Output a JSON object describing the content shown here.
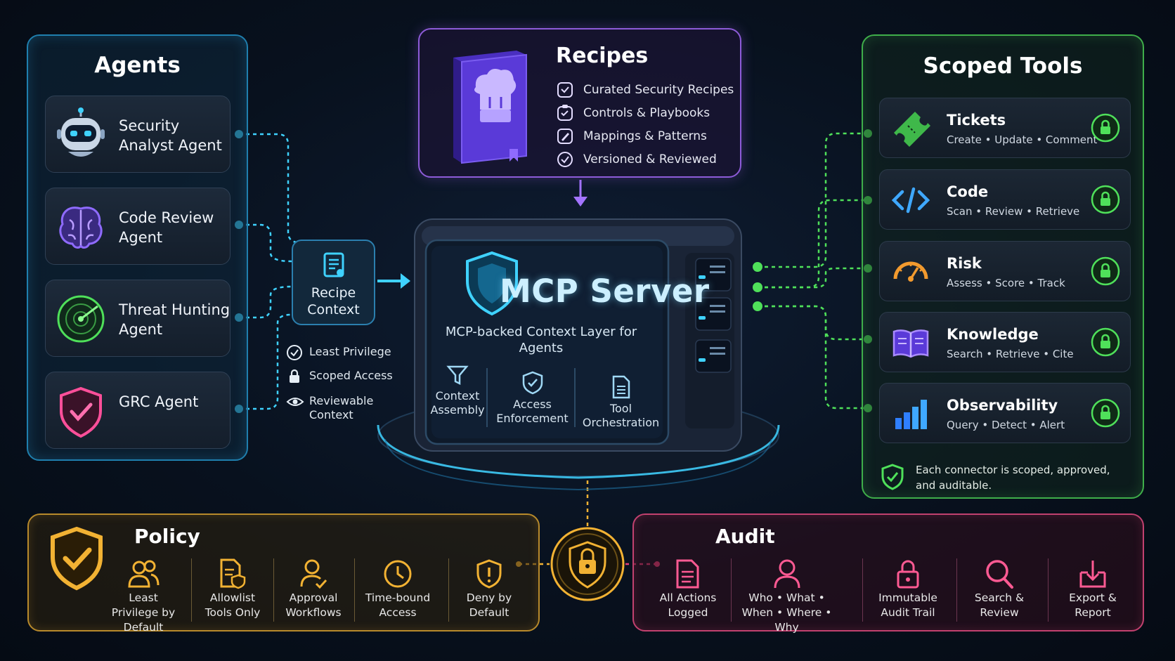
{
  "agents": {
    "title": "Agents",
    "items": [
      {
        "label": "Security Analyst Agent",
        "icon": "robot-icon"
      },
      {
        "label": "Code Review Agent",
        "icon": "brain-icon"
      },
      {
        "label": "Threat Hunting Agent",
        "icon": "radar-icon"
      },
      {
        "label": "GRC Agent",
        "icon": "shield-check-icon"
      }
    ]
  },
  "recipe_context": {
    "label": "Recipe Context",
    "features": [
      {
        "label": "Least Privilege",
        "icon": "check-circle-icon"
      },
      {
        "label": "Scoped Access",
        "icon": "lock-icon"
      },
      {
        "label": "Reviewable Context",
        "icon": "eye-icon"
      }
    ]
  },
  "recipes": {
    "title": "Recipes",
    "items": [
      {
        "label": "Curated Security Recipes",
        "icon": "recipe-icon"
      },
      {
        "label": "Controls & Playbooks",
        "icon": "checklist-icon"
      },
      {
        "label": "Mappings & Patterns",
        "icon": "pen-icon"
      },
      {
        "label": "Versioned & Reviewed",
        "icon": "check-circle-icon"
      }
    ]
  },
  "server": {
    "title": "MCP Server",
    "subtitle": "MCP-backed Context Layer for Agents",
    "columns": [
      {
        "label": "Context Assembly",
        "icon": "funnel-icon"
      },
      {
        "label": "Access Enforcement",
        "icon": "shield-check-icon"
      },
      {
        "label": "Tool Orchestration",
        "icon": "document-icon"
      }
    ]
  },
  "tools": {
    "title": "Scoped Tools",
    "items": [
      {
        "name": "Tickets",
        "desc": "Create • Update • Comment",
        "icon": "ticket-icon"
      },
      {
        "name": "Code",
        "desc": "Scan • Review • Retrieve",
        "icon": "code-icon"
      },
      {
        "name": "Risk",
        "desc": "Assess • Score • Track",
        "icon": "gauge-icon"
      },
      {
        "name": "Knowledge",
        "desc": "Search • Retrieve • Cite",
        "icon": "book-icon"
      },
      {
        "name": "Observability",
        "desc": "Query • Detect • Alert",
        "icon": "bar-chart-icon"
      }
    ],
    "note": "Each connector is scoped, approved, and auditable."
  },
  "policy": {
    "title": "Policy",
    "items": [
      {
        "label": "Least Privilege by Default",
        "icon": "users-icon"
      },
      {
        "label": "Allowlist Tools Only",
        "icon": "doc-shield-icon"
      },
      {
        "label": "Approval Workflows",
        "icon": "user-check-icon"
      },
      {
        "label": "Time-bound Access",
        "icon": "clock-icon"
      },
      {
        "label": "Deny by Default",
        "icon": "shield-alert-icon"
      }
    ]
  },
  "audit": {
    "title": "Audit",
    "items": [
      {
        "label": "All Actions Logged",
        "icon": "document-icon"
      },
      {
        "label": "Who • What • When • Where • Why",
        "icon": "user-icon"
      },
      {
        "label": "Immutable Audit Trail",
        "icon": "lock-icon"
      },
      {
        "label": "Search & Review",
        "icon": "search-icon"
      },
      {
        "label": "Export & Report",
        "icon": "export-icon"
      }
    ]
  },
  "colors": {
    "cyan": "#3fd2ff",
    "purple": "#a374ff",
    "green": "#4fe05a",
    "gold": "#f2b233",
    "pink": "#e6407a"
  }
}
